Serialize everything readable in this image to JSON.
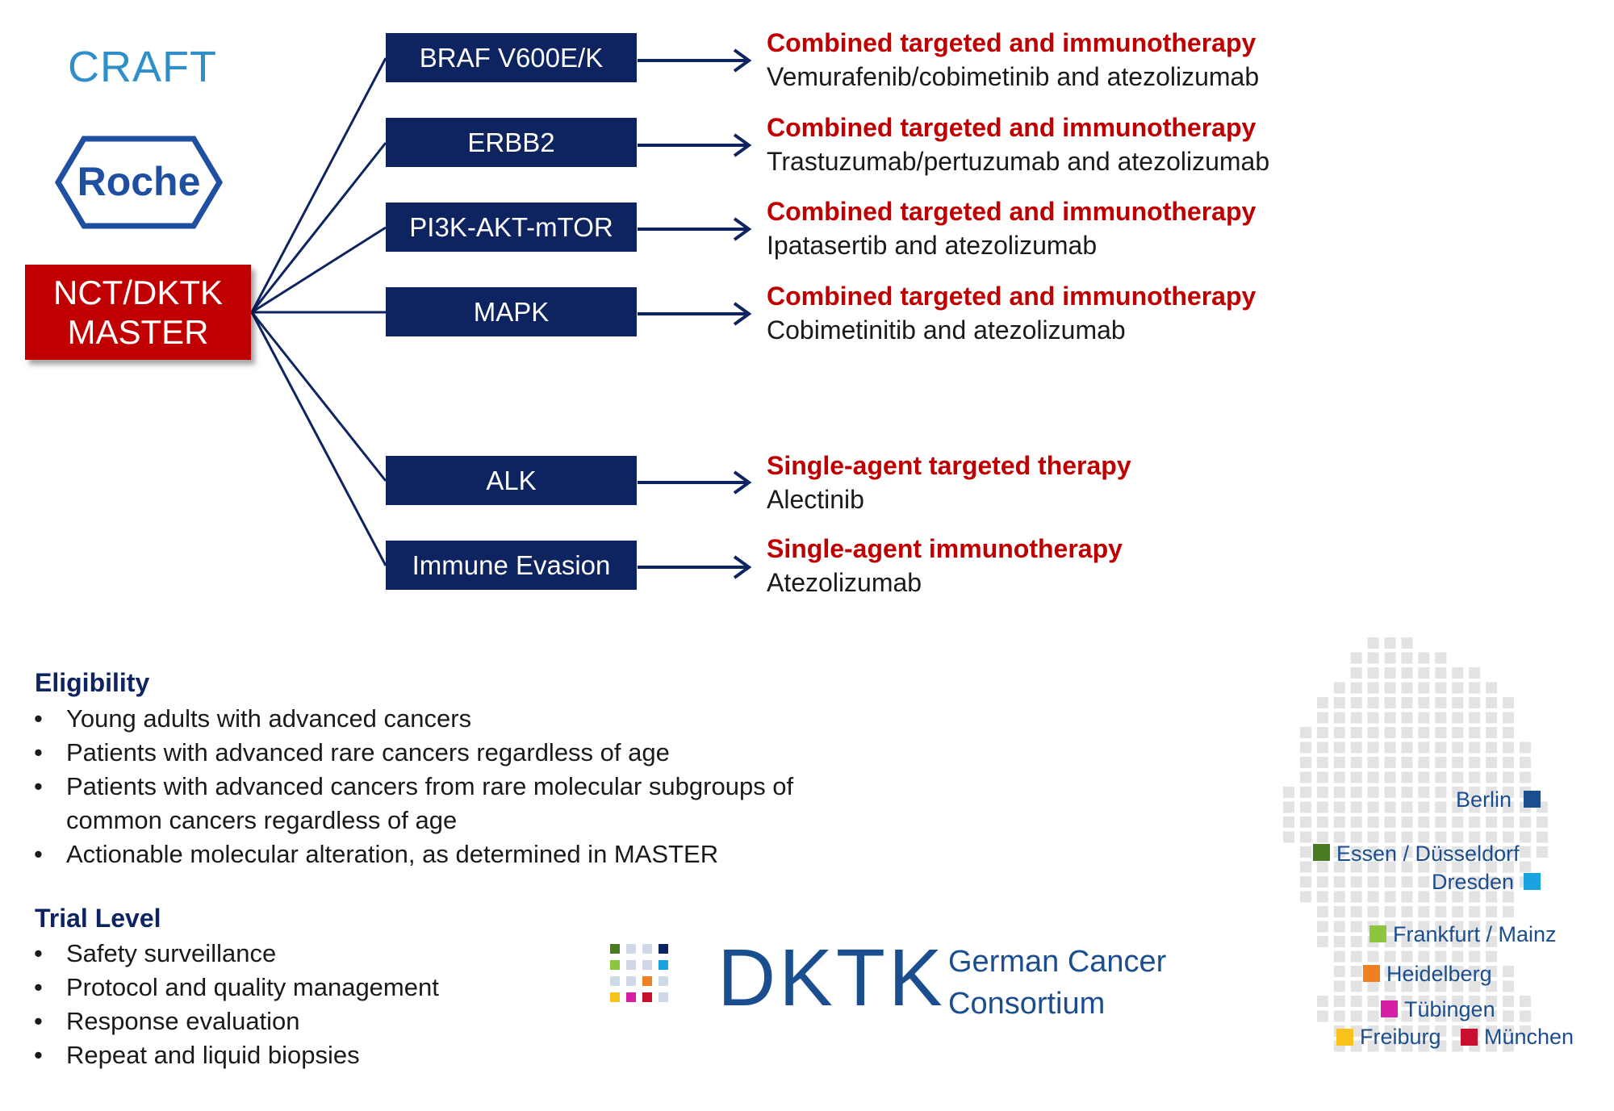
{
  "header": {
    "craft": "CRAFT"
  },
  "roche_logo": {
    "text": "Roche",
    "color": "#1f4fa1"
  },
  "master_box": {
    "line1": "NCT/DKTK",
    "line2": "MASTER",
    "color": "#c00000"
  },
  "pathways": [
    {
      "label": "BRAF V600E/K",
      "heading": "Combined targeted and immunotherapy",
      "drugs": "Vemurafenib/cobimetinib and atezolizumab"
    },
    {
      "label": "ERBB2",
      "heading": "Combined targeted and immunotherapy",
      "drugs": "Trastuzumab/pertuzumab and atezolizumab"
    },
    {
      "label": "PI3K-AKT-mTOR",
      "heading": "Combined targeted and immunotherapy",
      "drugs": "Ipatasertib and atezolizumab"
    },
    {
      "label": "MAPK",
      "heading": "Combined targeted and immunotherapy",
      "drugs": "Cobimetinitib and atezolizumab"
    },
    {
      "label": "ALK",
      "heading": "Single-agent targeted therapy",
      "drugs": "Alectinib"
    },
    {
      "label": "Immune Evasion",
      "heading": "Single-agent immunotherapy",
      "drugs": "Atezolizumab"
    }
  ],
  "eligibility": {
    "title": "Eligibility",
    "items": [
      "Young adults with advanced cancers",
      "Patients with advanced rare cancers regardless of age",
      "Patients with advanced cancers from rare molecular subgroups of common cancers regardless of age",
      "Actionable molecular alteration, as determined in MASTER"
    ]
  },
  "trial_level": {
    "title": "Trial Level",
    "items": [
      "Safety surveillance",
      "Protocol and quality management",
      "Response evaluation",
      "Repeat and liquid biopsies"
    ]
  },
  "dktk": {
    "word": "DKTK",
    "sub1": "German Cancer",
    "sub2": "Consortium"
  },
  "map": {
    "cities": [
      {
        "name": "Berlin",
        "color": "#1b4e8f"
      },
      {
        "name": "Essen / Düsseldorf",
        "color": "#4a7a23"
      },
      {
        "name": "Dresden",
        "color": "#19a3e0"
      },
      {
        "name": "Frankfurt / Mainz",
        "color": "#8cc63f"
      },
      {
        "name": "Heidelberg",
        "color": "#f07f22"
      },
      {
        "name": "Tübingen",
        "color": "#d41fa6"
      },
      {
        "name": "Freiburg",
        "color": "#f7c31b"
      },
      {
        "name": "München",
        "color": "#c8102e"
      }
    ]
  },
  "colors": {
    "navy": "#0e2461",
    "red": "#c00000",
    "blue": "#1b4e8f"
  }
}
